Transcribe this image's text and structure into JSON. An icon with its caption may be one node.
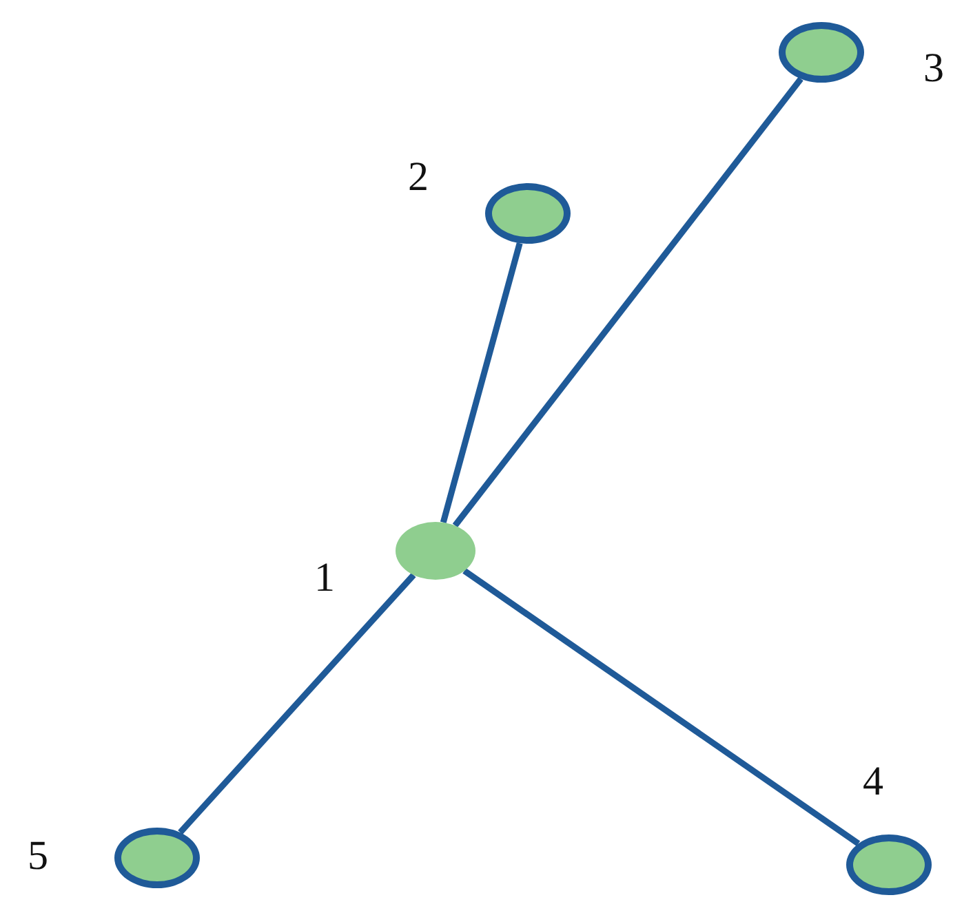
{
  "diagram": {
    "nodes": [
      {
        "text": [],
        "shape": "circle",
        "beside": [
          "1"
        ]
      },
      {
        "text": [],
        "shape": "circle",
        "beside": [
          "2"
        ]
      },
      {
        "text": [],
        "shape": "circle",
        "beside": [
          "3"
        ]
      },
      {
        "text": [],
        "shape": "circle",
        "beside": [
          "4"
        ]
      },
      {
        "text": [],
        "shape": "circle",
        "beside": [
          "5"
        ]
      }
    ],
    "edges": [
      {
        "from": 0,
        "to": 1,
        "arrow": "none"
      },
      {
        "from": 0,
        "to": 2,
        "arrow": "none"
      },
      {
        "from": 0,
        "to": 3,
        "arrow": "none"
      },
      {
        "from": 0,
        "to": 4,
        "arrow": "none"
      }
    ]
  }
}
